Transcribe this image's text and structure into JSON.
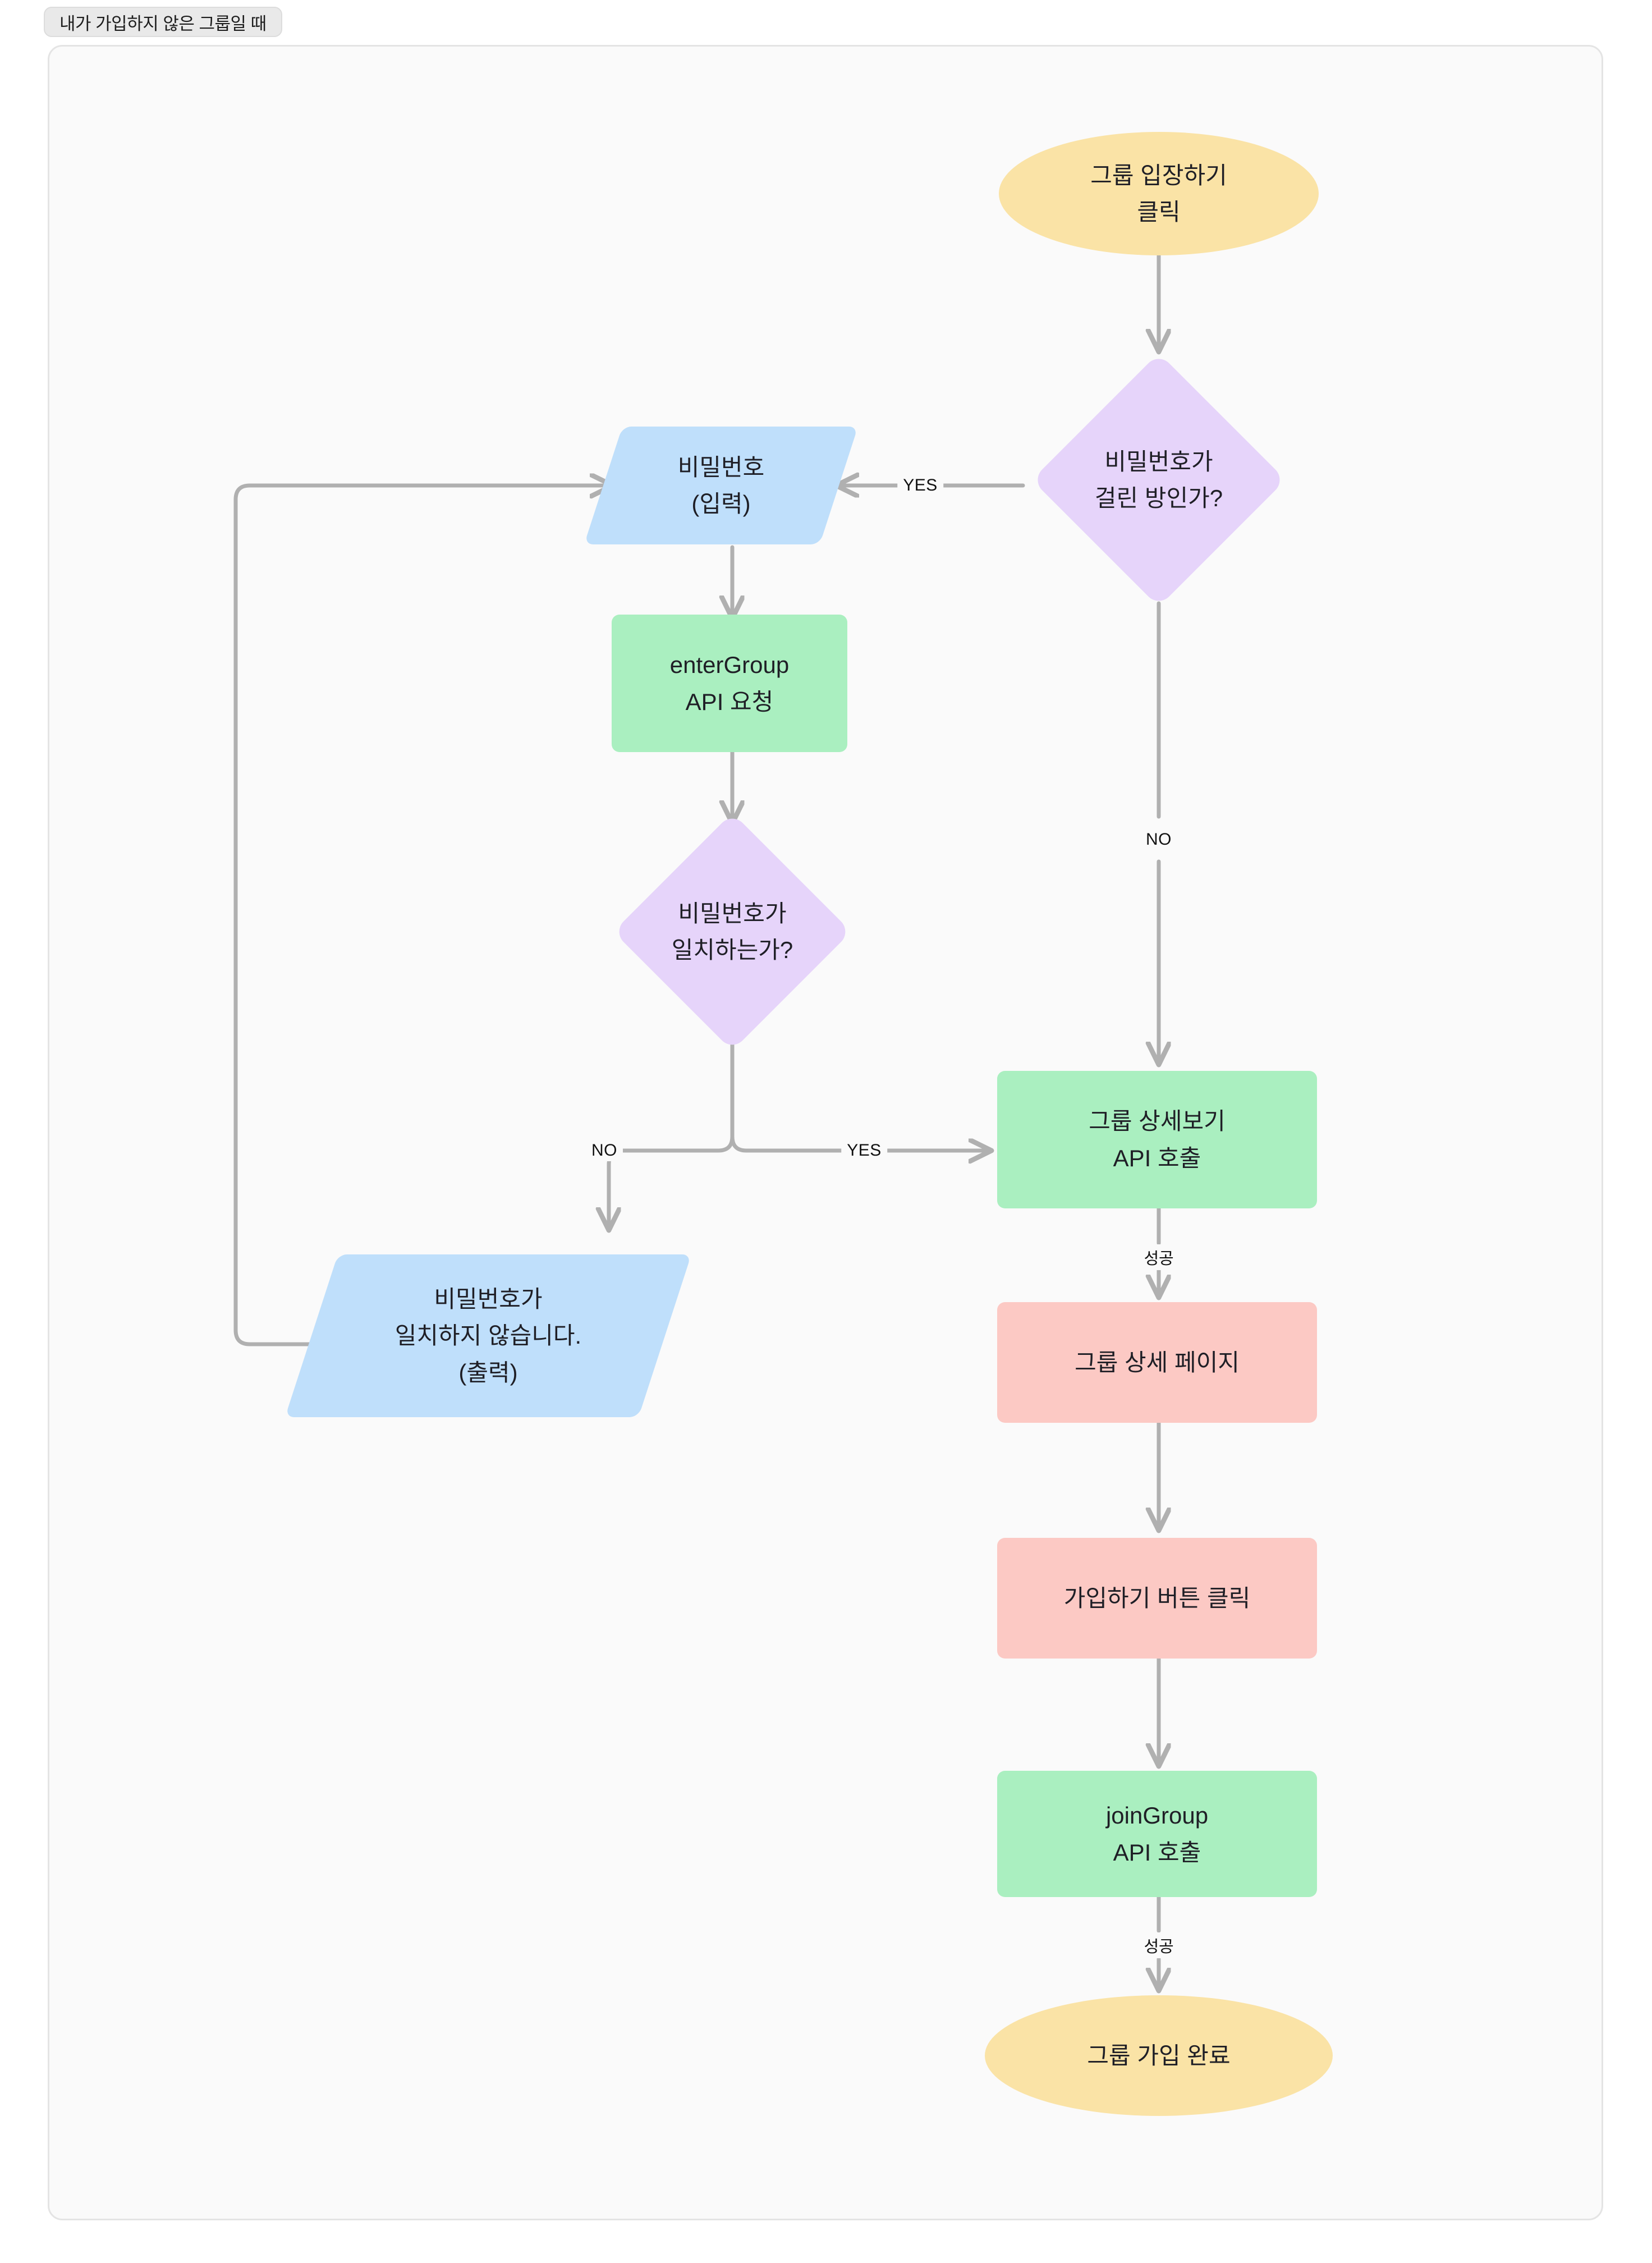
{
  "tab": {
    "label": "내가 가입하지 않은 그룹일 때"
  },
  "chart_data": {
    "type": "diagram",
    "diagram_kind": "flowchart",
    "title": "내가 가입하지 않은 그룹일 때",
    "direction": "top-to-bottom",
    "nodes": [
      {
        "id": "start",
        "shape": "terminal",
        "label": "그룹 입장하기\n클릭",
        "color": "#fae3a6"
      },
      {
        "id": "has_pw",
        "shape": "decision",
        "label": "비밀번호가\n걸린 방인가?",
        "color": "#e6d4fa"
      },
      {
        "id": "pw_input",
        "shape": "io",
        "label": "비밀번호\n(입력)",
        "color": "#bfdffb"
      },
      {
        "id": "enter_api",
        "shape": "process",
        "label": "enterGroup\nAPI 요청",
        "color": "#aaefc0"
      },
      {
        "id": "pw_match",
        "shape": "decision",
        "label": "비밀번호가\n일치하는가?",
        "color": "#e6d4fa"
      },
      {
        "id": "pw_fail_out",
        "shape": "io",
        "label": "비밀번호가\n일치하지 않습니다.\n(출력)",
        "color": "#bfdffb"
      },
      {
        "id": "detail_api",
        "shape": "process",
        "label": "그룹 상세보기\nAPI 호출",
        "color": "#aaefc0"
      },
      {
        "id": "detail_page",
        "shape": "page",
        "label": "그룹 상세 페이지",
        "color": "#fcc9c4"
      },
      {
        "id": "join_click",
        "shape": "page",
        "label": "가입하기 버튼 클릭",
        "color": "#fcc9c4"
      },
      {
        "id": "join_api",
        "shape": "process",
        "label": "joinGroup\nAPI 호출",
        "color": "#aaefc0"
      },
      {
        "id": "done",
        "shape": "terminal",
        "label": "그룹 가입 완료",
        "color": "#fae3a6"
      }
    ],
    "edges": [
      {
        "from": "start",
        "to": "has_pw",
        "label": ""
      },
      {
        "from": "has_pw",
        "to": "pw_input",
        "label": "YES"
      },
      {
        "from": "has_pw",
        "to": "detail_api",
        "label": "NO"
      },
      {
        "from": "pw_input",
        "to": "enter_api",
        "label": ""
      },
      {
        "from": "enter_api",
        "to": "pw_match",
        "label": ""
      },
      {
        "from": "pw_match",
        "to": "detail_api",
        "label": "YES"
      },
      {
        "from": "pw_match",
        "to": "pw_fail_out",
        "label": "NO"
      },
      {
        "from": "pw_fail_out",
        "to": "pw_input",
        "label": ""
      },
      {
        "from": "detail_api",
        "to": "detail_page",
        "label": "성공"
      },
      {
        "from": "detail_page",
        "to": "join_click",
        "label": ""
      },
      {
        "from": "join_click",
        "to": "join_api",
        "label": ""
      },
      {
        "from": "join_api",
        "to": "done",
        "label": "성공"
      }
    ],
    "edge_color": "#b0b0b0",
    "background": "#fafafa"
  },
  "nodes": {
    "start": {
      "label": "그룹 입장하기\n클릭"
    },
    "has_pw": {
      "label": "비밀번호가\n걸린 방인가?"
    },
    "pw_input": {
      "label": "비밀번호\n(입력)"
    },
    "enter_api": {
      "label": "enterGroup\nAPI 요청"
    },
    "pw_match": {
      "label": "비밀번호가\n일치하는가?"
    },
    "pw_fail_out": {
      "label": "비밀번호가\n일치하지 않습니다.\n(출력)"
    },
    "detail_api": {
      "label": "그룹 상세보기\nAPI 호출"
    },
    "detail_page": {
      "label": "그룹 상세 페이지"
    },
    "join_click": {
      "label": "가입하기 버튼 클릭"
    },
    "join_api": {
      "label": "joinGroup\nAPI 호출"
    },
    "done": {
      "label": "그룹 가입 완료"
    }
  },
  "edge_labels": {
    "yes_haspw": "YES",
    "no_haspw": "NO",
    "yes_pwmatch": "YES",
    "no_pwmatch": "NO",
    "success_detail": "성공",
    "success_join": "성공"
  },
  "colors": {
    "terminal": "#fae3a6",
    "decision": "#e6d4fa",
    "io": "#bfdffb",
    "process": "#aaefc0",
    "page": "#fcc9c4",
    "edge": "#b0b0b0",
    "canvas": "#fafafa",
    "text": "#1f1f26"
  }
}
